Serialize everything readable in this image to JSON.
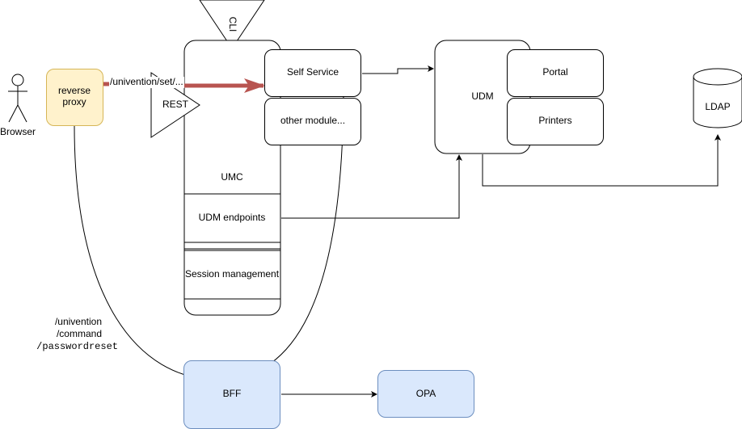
{
  "actors": {
    "browser": "Browser"
  },
  "nodes": {
    "reverse_proxy": "reverse\nproxy",
    "cli": "CLI",
    "rest": "REST",
    "self_service": "Self Service",
    "other_modules": "other module...",
    "umc": "UMC",
    "udm_endpoints": "UDM endpoints",
    "session_management": "Session management",
    "udm": "UDM",
    "portal": "Portal",
    "printers": "Printers",
    "ldap": "LDAP",
    "bff": "BFF",
    "opa": "OPA"
  },
  "edge_labels": {
    "univention_set": "/univention/set/...",
    "bff_route_1": "/univention",
    "bff_route_2": "/command",
    "bff_route_3": "/passwordreset"
  },
  "colors": {
    "reverse_proxy_fill": "#fff2cc",
    "reverse_proxy_stroke": "#d6b656",
    "bff_fill": "#dae8fc",
    "bff_stroke": "#6c8ebf",
    "highlight_arrow": "#b85450"
  }
}
